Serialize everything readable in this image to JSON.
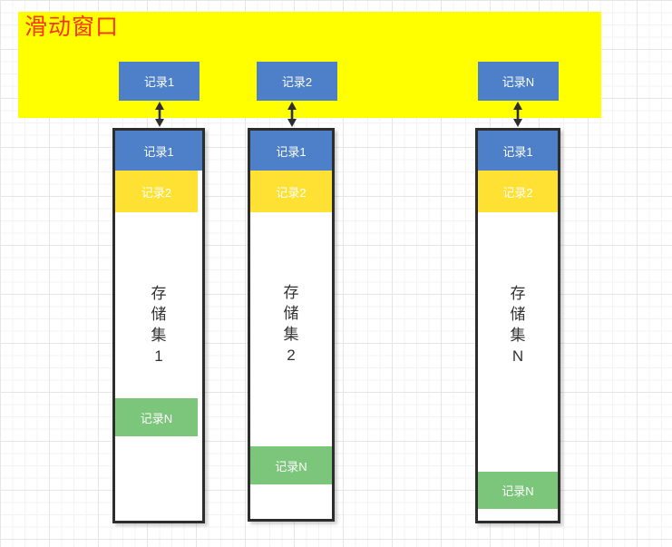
{
  "sliding_window": {
    "title": "滑动窗口",
    "title_color": "#ff3300",
    "background": "#ffff00",
    "records": [
      {
        "label": "记录1"
      },
      {
        "label": "记录2"
      },
      {
        "label": "记录N"
      }
    ]
  },
  "storage_sets": [
    {
      "name": "存储集1",
      "record1": "记录1",
      "record2": "记录2",
      "recordN": "记录N"
    },
    {
      "name": "存储集2",
      "record1": "记录1",
      "record2": "记录2",
      "recordN": "记录N"
    },
    {
      "name": "存储集N",
      "record1": "记录1",
      "record2": "记录2",
      "recordN": "记录N"
    }
  ],
  "colors": {
    "record_blue": "#4d80c8",
    "record_yellow": "#ffe133",
    "record_green": "#7cc67c",
    "column_border": "#2d2d2d",
    "arrow": "#2d2d2d",
    "grid_minor": "#f3f3f3",
    "grid_major": "#e6e6e6",
    "set_name_text": "#333333"
  }
}
